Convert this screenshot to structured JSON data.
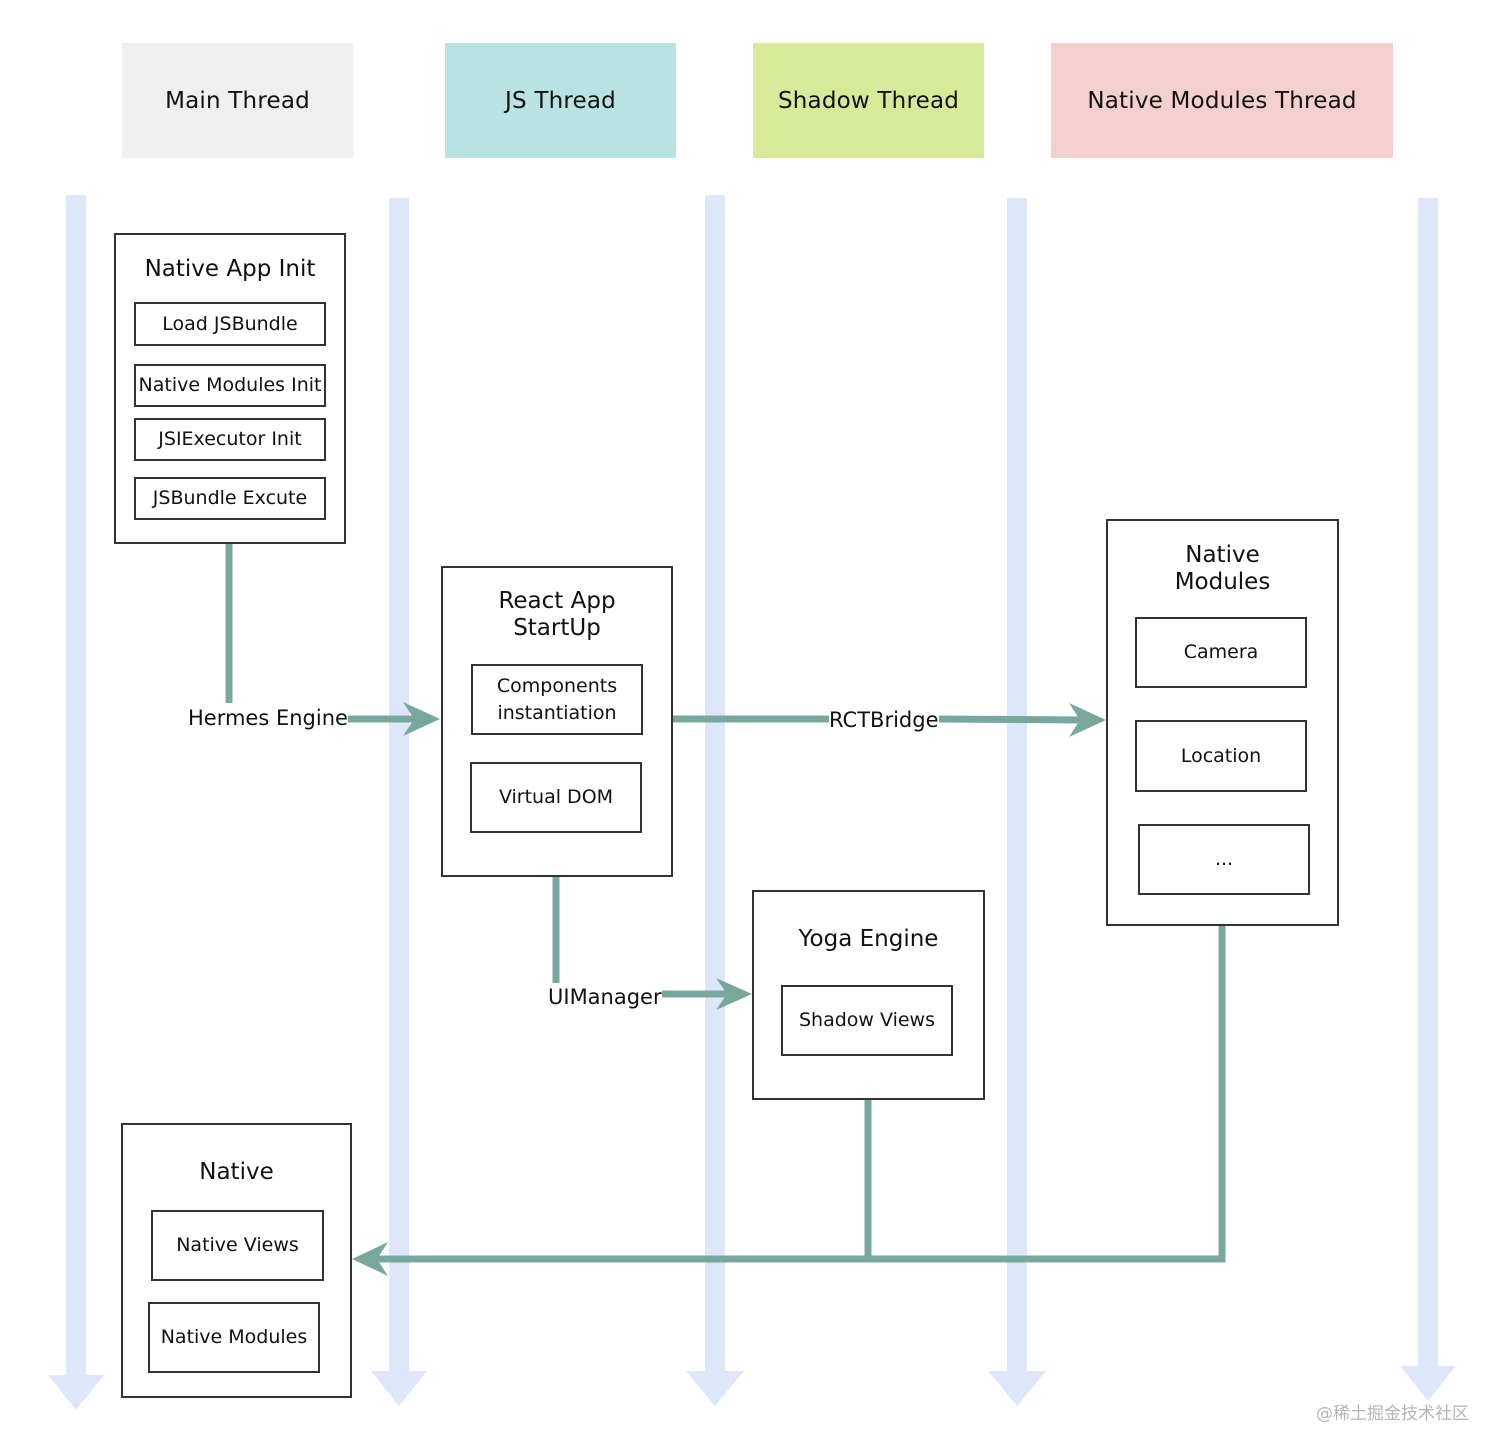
{
  "headers": {
    "main_thread": "Main Thread",
    "js_thread": "JS Thread",
    "shadow_thread": "Shadow Thread",
    "native_modules_thread": "Native Modules Thread"
  },
  "header_colors": {
    "main_thread": "#efefef",
    "js_thread": "#b9e2e3",
    "shadow_thread": "#d6ea98",
    "native_modules_thread": "#f3cfcd"
  },
  "lane_color": "#dde7f9",
  "connector_color": "#78a89d",
  "native_app_init": {
    "title": "Native App Init",
    "items": [
      "Load JSBundle",
      "Native Modules Init",
      "JSIExecutor Init",
      "JSBundle Excute"
    ]
  },
  "react_app": {
    "title": "React App\nStartUp",
    "items": [
      "Components\ninstantiation",
      "Virtual DOM"
    ]
  },
  "native_modules": {
    "title": "Native\nModules",
    "items": [
      "Camera",
      "Location",
      "..."
    ]
  },
  "yoga_engine": {
    "title": "Yoga Engine",
    "items": [
      "Shadow Views"
    ]
  },
  "native": {
    "title": "Native",
    "items": [
      "Native Views",
      "Native Modules"
    ]
  },
  "connectors": {
    "hermes": "Hermes Engine",
    "rctbridge": "RCTBridge",
    "uimanager": "UIManager"
  },
  "watermark": "@稀土掘金技术社区"
}
